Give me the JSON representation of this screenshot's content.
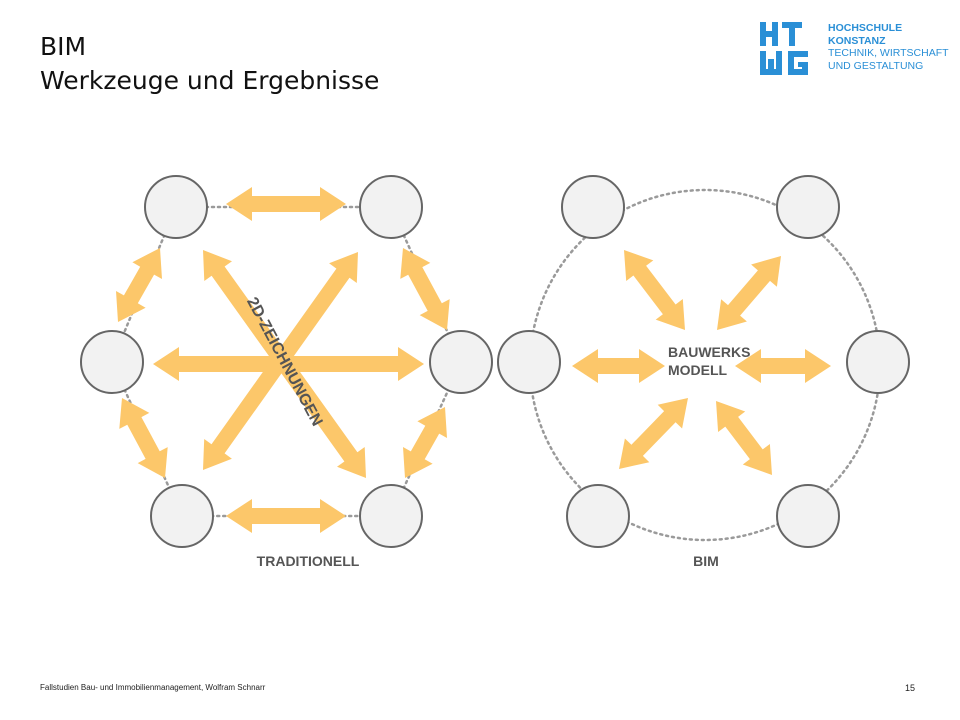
{
  "slide": {
    "title_line1": "BIM",
    "title_line2": "Werkzeuge und Ergebnisse",
    "footer": "Fallstudien Bau- und Immobilienmanagement, Wolfram Schnarr",
    "page_number": "15"
  },
  "logo": {
    "line1": "HOCHSCHULE",
    "line2": "KONSTANZ",
    "line3": "TECHNIK, WIRTSCHAFT",
    "line4": "UND GESTALTUNG",
    "color": "#2a8fd6"
  },
  "diagram": {
    "left_label": "TRADITIONELL",
    "right_label": "BIM",
    "diagonal_label": "2D-ZEICHNUNGEN",
    "center_label_line1": "BAUWERKS",
    "center_label_line2": "MODELL",
    "arrow_color": "#fcc76a",
    "node_fill": "#f2f2f2",
    "node_stroke": "#666666"
  }
}
